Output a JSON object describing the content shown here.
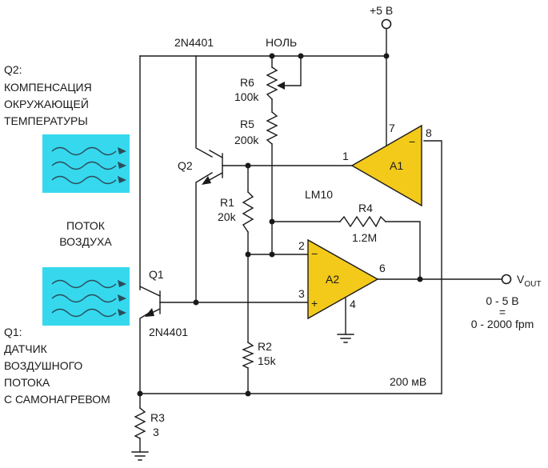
{
  "colors": {
    "opamp_fill": "#f3ca1a",
    "airflow_box": "#36d8ee",
    "wire": "#1a1a1a",
    "background": "#ffffff"
  },
  "labels": {
    "q2_title": "Q2:",
    "q2_desc": [
      "КОМПЕНСАЦИЯ",
      "ОКРУЖАЮЩЕЙ",
      "ТЕМПЕРАТУРЫ"
    ],
    "airflow": [
      "ПОТОК",
      "ВОЗДУХА"
    ],
    "q1_title": "Q1:",
    "q1_desc": [
      "ДАТЧИК",
      "ВОЗДУШНОГО",
      "ПОТОКА",
      "С САМОНАГРЕВОМ"
    ]
  },
  "components": {
    "supply": "+5 В",
    "null_label": "НОЛЬ",
    "q2_part": "2N4401",
    "q2_ref": "Q2",
    "q1_ref": "Q1",
    "q1_part": "2N4401",
    "r6_ref": "R6",
    "r6_val": "100k",
    "r5_ref": "R5",
    "r5_val": "200k",
    "r1_ref": "R1",
    "r1_val": "20k",
    "r2_ref": "R2",
    "r2_val": "15k",
    "r3_ref": "R3",
    "r3_val": "3",
    "r4_ref": "R4",
    "r4_val": "1.2M",
    "a1_ref": "A1",
    "a2_ref": "A2",
    "ic": "LM10"
  },
  "pins": {
    "a1_in": "1",
    "a1_vplus": "7",
    "a1_out": "8",
    "a2_inv": "2",
    "a2_noninv": "3",
    "a2_gnd": "4",
    "a2_out": "6",
    "minus": "−",
    "plus": "+"
  },
  "output": {
    "v_main": "V",
    "v_sub": "OUT",
    "range_v": "0 - 5 В",
    "equals": "=",
    "range_fpm": "0 - 2000 fpm"
  },
  "ref_voltage": "200 мВ"
}
